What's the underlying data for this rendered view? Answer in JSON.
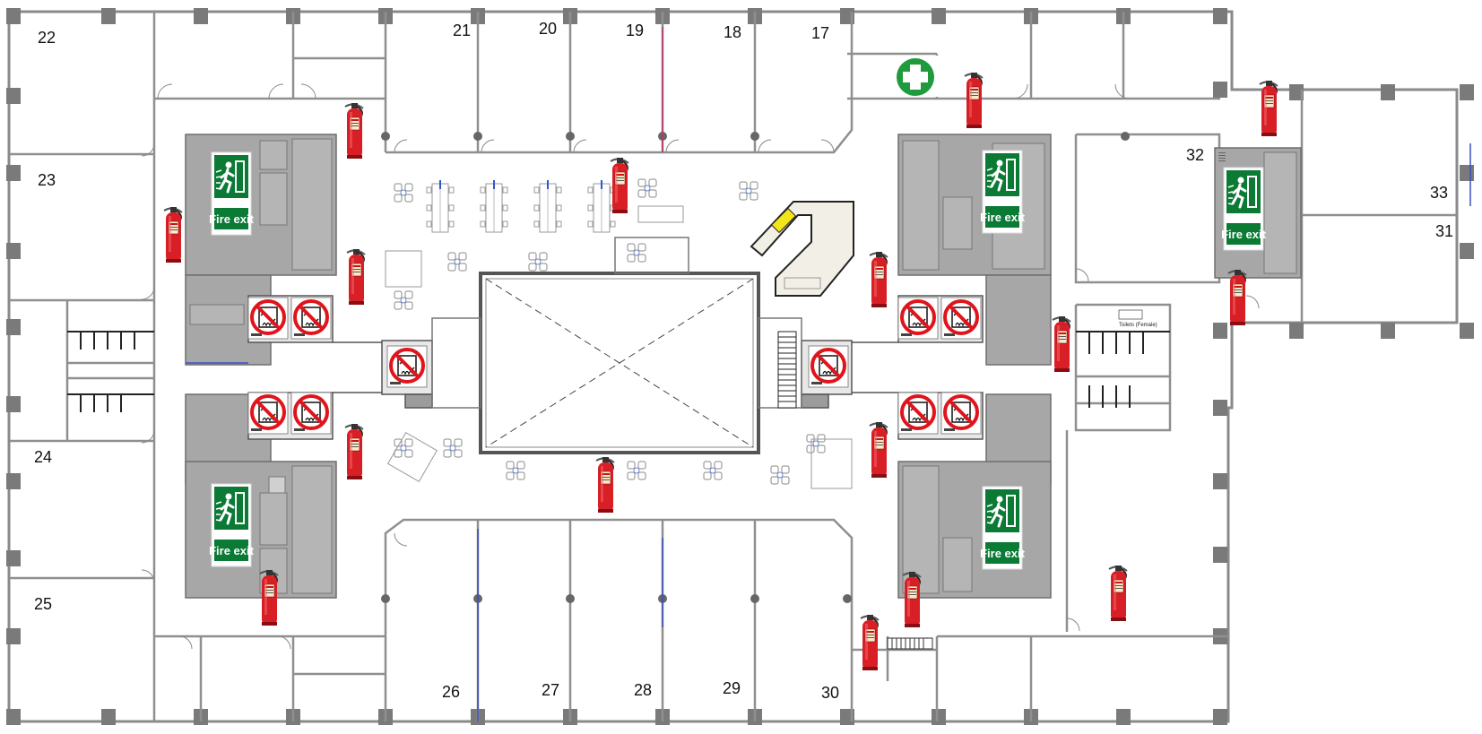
{
  "rooms": {
    "r22": "22",
    "r23": "23",
    "r24": "24",
    "r25": "25",
    "r21": "21",
    "r20": "20",
    "r19": "19",
    "r18": "18",
    "r17": "17",
    "r26": "26",
    "r27": "27",
    "r28": "28",
    "r29": "29",
    "r30": "30",
    "r32": "32",
    "r33": "33",
    "r31": "31"
  },
  "signs": {
    "fire_exit_label": "Fire exit",
    "toilet_sign": "Toilets (Female)"
  },
  "icons": {
    "fire_exit": "fire-exit-running-man-icon",
    "fire_extinguisher": "fire-extinguisher-icon",
    "no_lift_in_fire": "no-lift-in-fire-icon",
    "first_aid": "first-aid-cross-icon"
  },
  "colors": {
    "wall": "#8a8a8a",
    "core_fill": "#a7a7a7",
    "fire_exit_green": "#0a7a35",
    "extinguisher_red": "#d81f26",
    "prohibition_red": "#e0141c",
    "first_aid_green": "#1f9a3c"
  }
}
